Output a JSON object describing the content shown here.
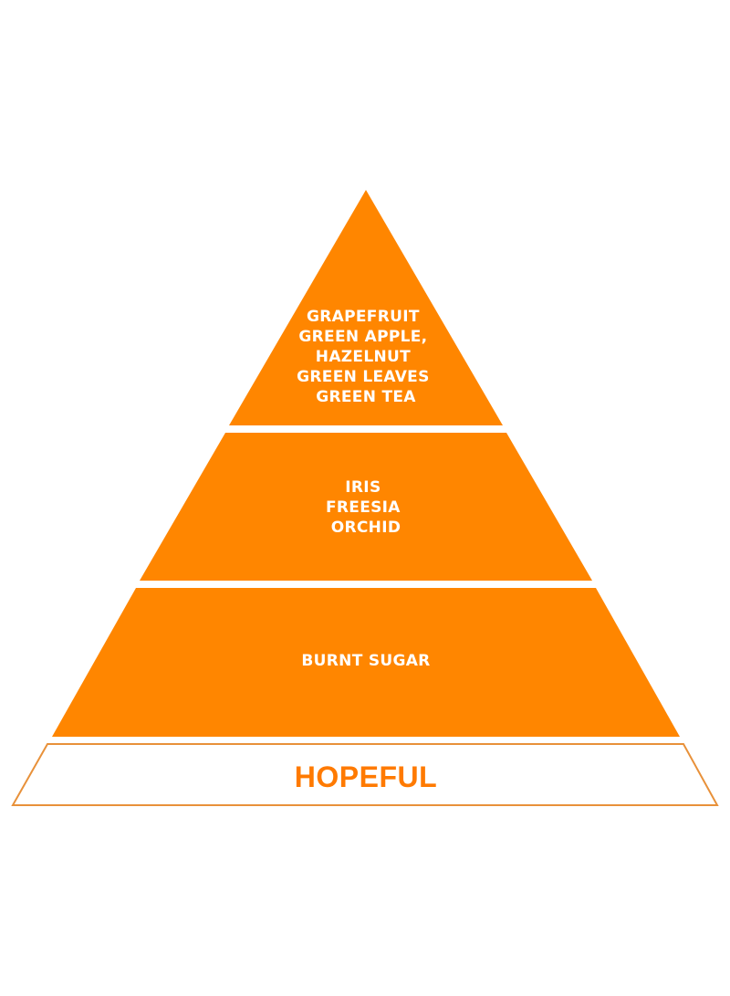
{
  "colors": {
    "tier_fill": "#FF8600",
    "tier_text": "#FFFFFF",
    "base_fill": "#FFFFFF",
    "base_stroke": "#E8913A",
    "base_text": "#FF7A00"
  },
  "tiers": [
    {
      "lines": [
        "GRAPEFRUIT",
        "GREEN APPLE,",
        "HAZELNUT",
        "GREEN LEAVES",
        "GREEN TEA"
      ]
    },
    {
      "lines": [
        "IRIS",
        "FREESIA",
        "ORCHID"
      ]
    },
    {
      "lines": [
        "BURNT SUGAR"
      ]
    }
  ],
  "base": {
    "label": "HOPEFUL"
  }
}
